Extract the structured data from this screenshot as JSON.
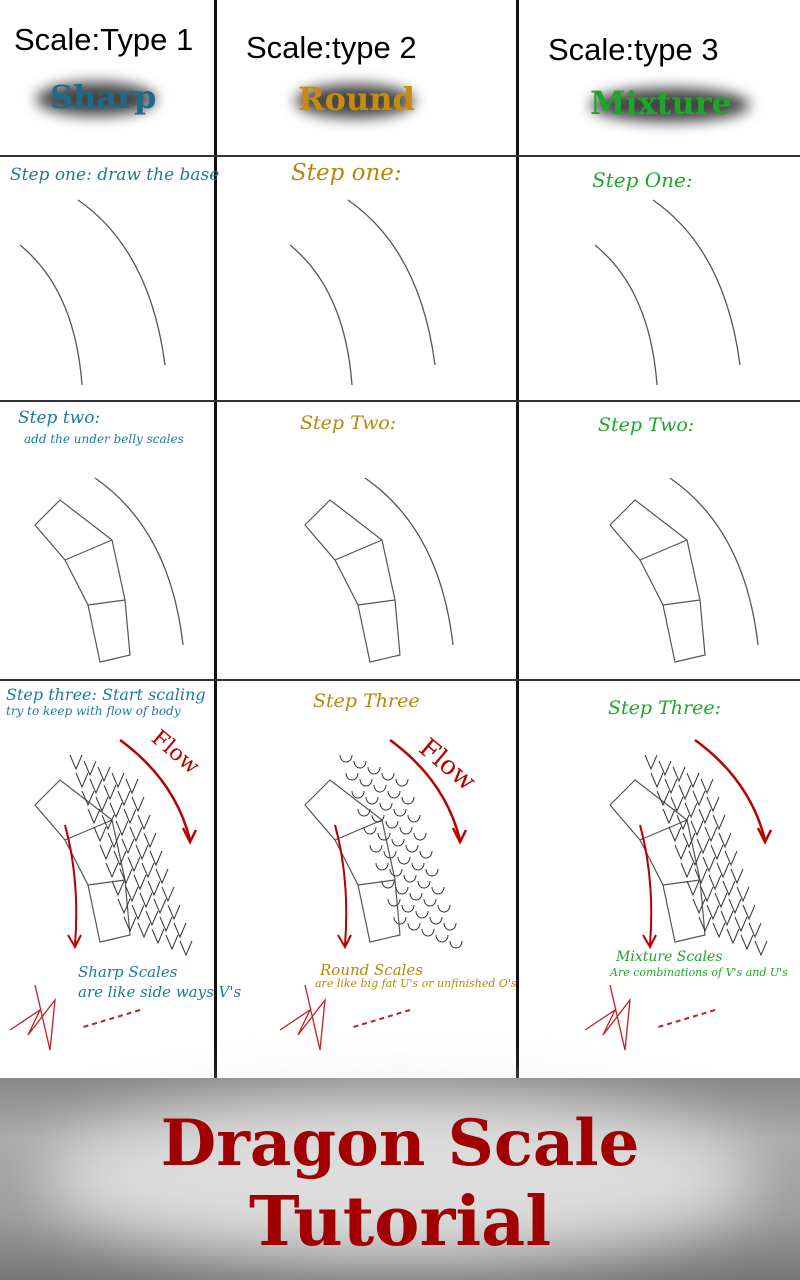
{
  "colors": {
    "sharp": "#1d7a9a",
    "round": "#b8860b",
    "mixture": "#1ea52a",
    "red": "#b80000"
  },
  "columns": [
    {
      "heading": "Scale:Type 1",
      "type": "Sharp",
      "step1": "Step one: draw the base",
      "step2": "Step two:",
      "step2_sub": "add the under belly scales",
      "step3": "Step three: Start scaling",
      "step3_sub": "try to keep with flow of body",
      "flow": "Flow",
      "note_title": "Sharp Scales",
      "note_sub": "are like side ways V's"
    },
    {
      "heading": "Scale:type 2",
      "type": "Round",
      "step1": "Step one:",
      "step2": "Step Two:",
      "step3": "Step Three",
      "flow": "Flow",
      "note_title": "Round Scales",
      "note_sub": "are like big fat U's or unfinished O's"
    },
    {
      "heading": "Scale:type 3",
      "type": "Mixture",
      "step1": "Step One:",
      "step2": "Step Two:",
      "step3": "Step Three:",
      "note_title": "Mixture Scales",
      "note_sub": "Are combinations of V's and U's"
    }
  ],
  "banner": {
    "line1": "Dragon Scale",
    "line2": "Tutorial"
  }
}
